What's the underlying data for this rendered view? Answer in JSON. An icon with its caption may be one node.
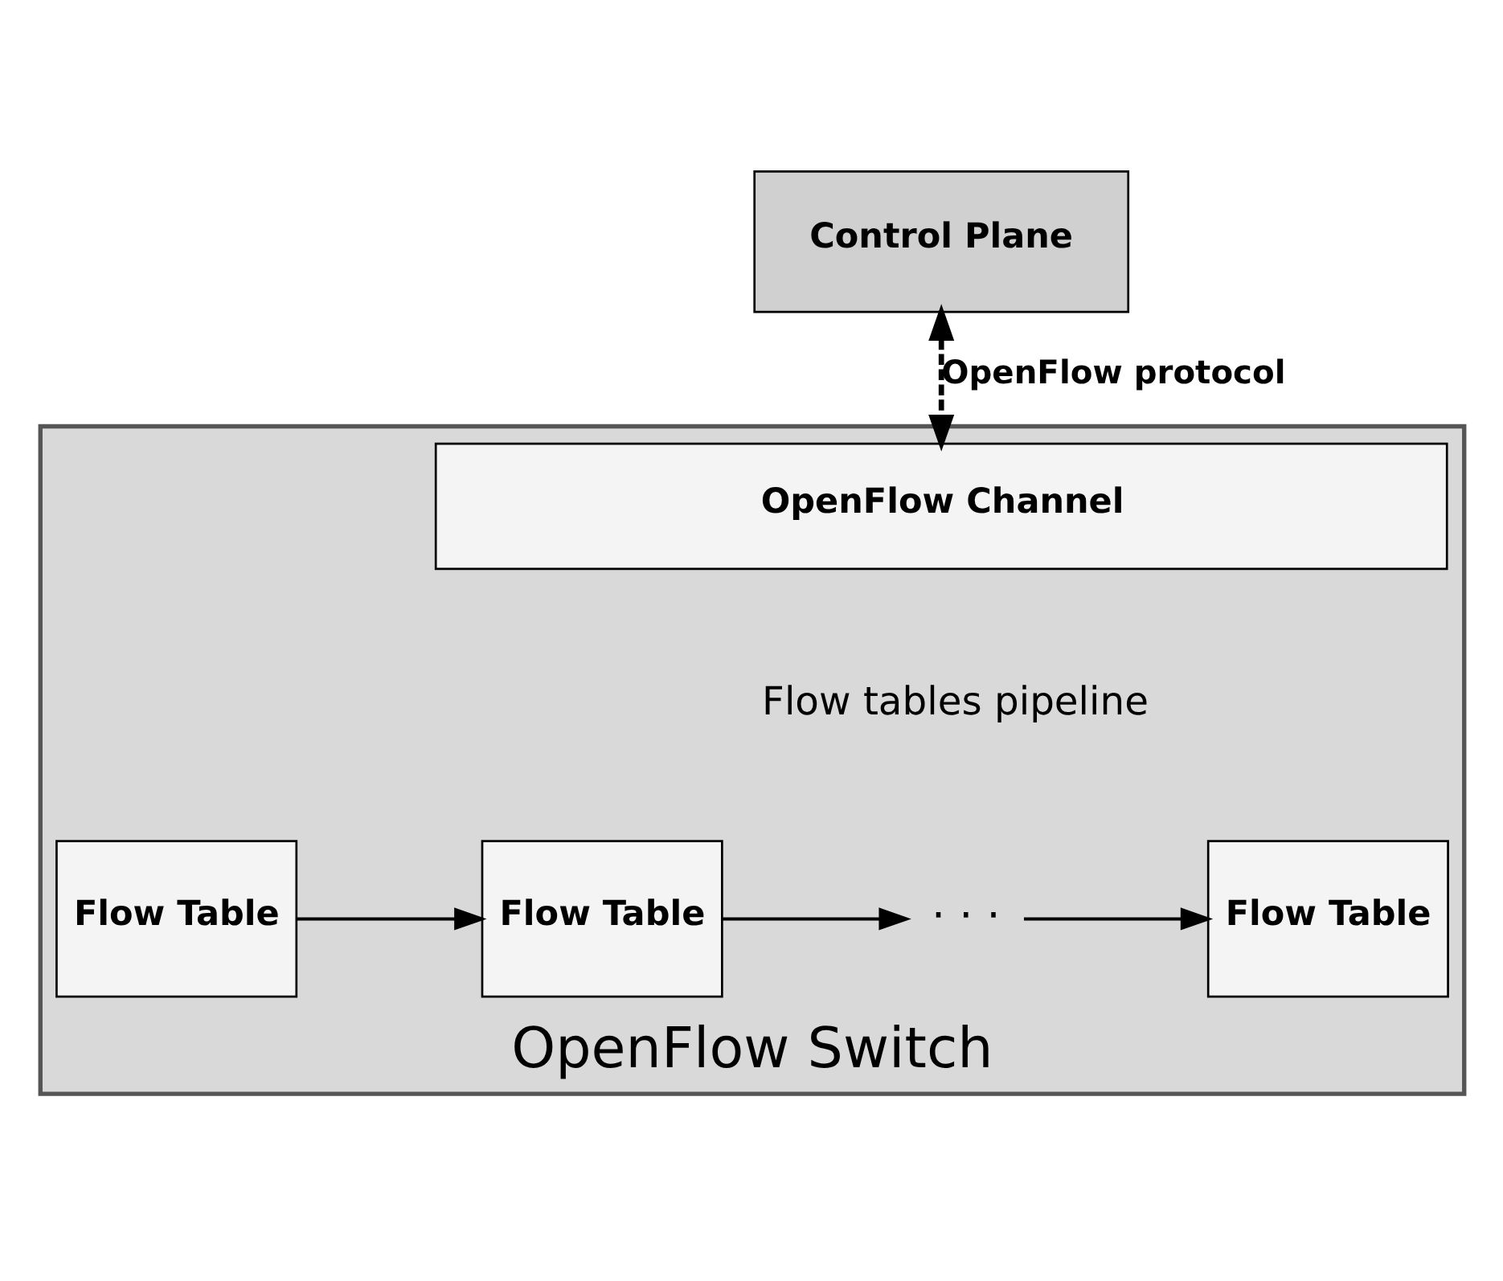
{
  "diagram": {
    "nodes": [
      {
        "text": [
          "Control Plane"
        ]
      },
      {
        "text": [
          "OpenFlow Switch"
        ]
      },
      {
        "text": [
          "OpenFlow Channel"
        ],
        "in": 1
      },
      {
        "text": [
          "Flow Table"
        ],
        "in": 1
      },
      {
        "text": [
          "Flow Table"
        ],
        "in": 1
      },
      {
        "text": [
          "· · ·"
        ],
        "in": 1
      },
      {
        "text": [
          "Flow Table"
        ],
        "in": 1
      }
    ],
    "edges": [
      {
        "from": 0,
        "to": 2,
        "arrow": "both",
        "style": "dashed",
        "label": "OpenFlow protocol"
      },
      {
        "from": 3,
        "to": 4,
        "arrow": "to"
      },
      {
        "from": 4,
        "to": 5,
        "arrow": "to"
      },
      {
        "from": 5,
        "to": 6,
        "arrow": "to"
      }
    ],
    "labels": [
      "Flow tables pipeline"
    ]
  }
}
